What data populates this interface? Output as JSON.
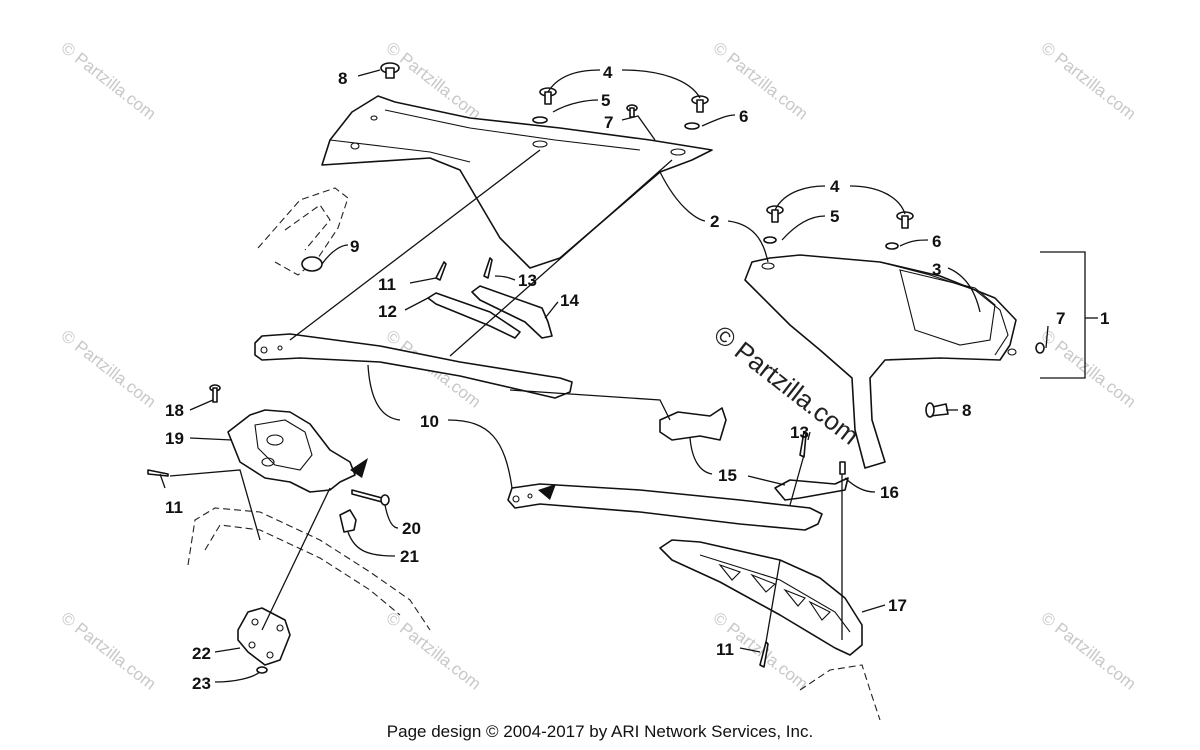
{
  "watermark": {
    "small_text": "© Partzilla.com",
    "large_text": "© Partzilla.com"
  },
  "callouts": {
    "c1": "1",
    "c2": "2",
    "c3": "3",
    "c4a": "4",
    "c4b": "4",
    "c5a": "5",
    "c5b": "5",
    "c6a": "6",
    "c6b": "6",
    "c7a": "7",
    "c7b": "7",
    "c8a": "8",
    "c8b": "8",
    "c9": "9",
    "c10": "10",
    "c11a": "11",
    "c11b": "11",
    "c11c": "11",
    "c12": "12",
    "c13a": "13",
    "c13b": "13",
    "c14": "14",
    "c15": "15",
    "c16": "16",
    "c17": "17",
    "c18": "18",
    "c19": "19",
    "c20": "20",
    "c21": "21",
    "c22": "22",
    "c23": "23"
  },
  "footer": {
    "text": "Page design © 2004-2017 by ARI Network Services, Inc."
  }
}
